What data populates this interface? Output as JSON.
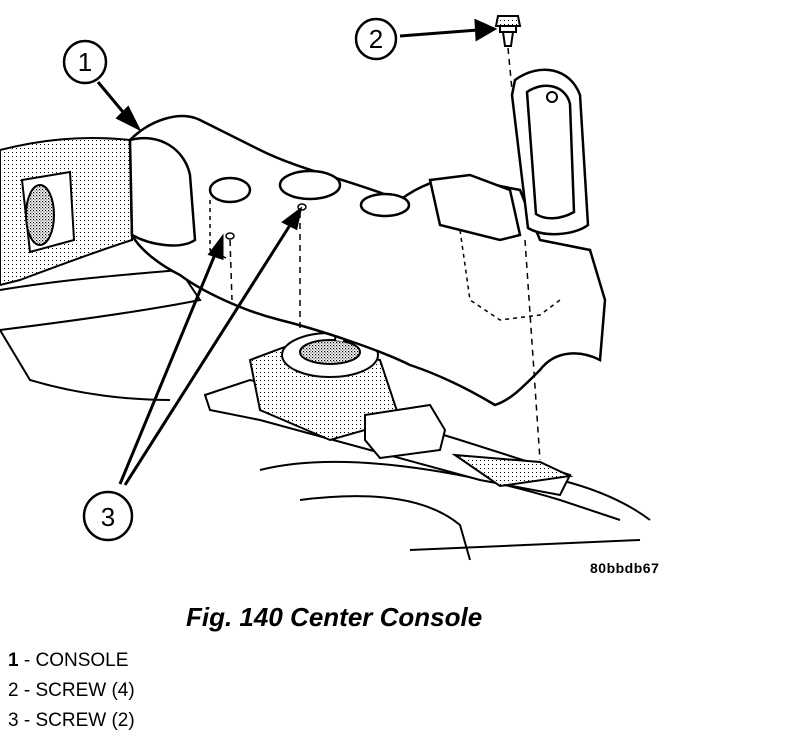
{
  "figure": {
    "callouts": [
      {
        "id": "1",
        "label": "1"
      },
      {
        "id": "2",
        "label": "2"
      },
      {
        "id": "3",
        "label": "3"
      }
    ],
    "code": "80bbdb67",
    "caption": "Fig. 140 Center Console"
  },
  "legend": [
    {
      "num": "1",
      "sep": " - ",
      "text": "CONSOLE"
    },
    {
      "num": "2",
      "sep": " - ",
      "text": "SCREW (4)"
    },
    {
      "num": "3",
      "sep": " - ",
      "text": "SCREW (2)"
    }
  ]
}
